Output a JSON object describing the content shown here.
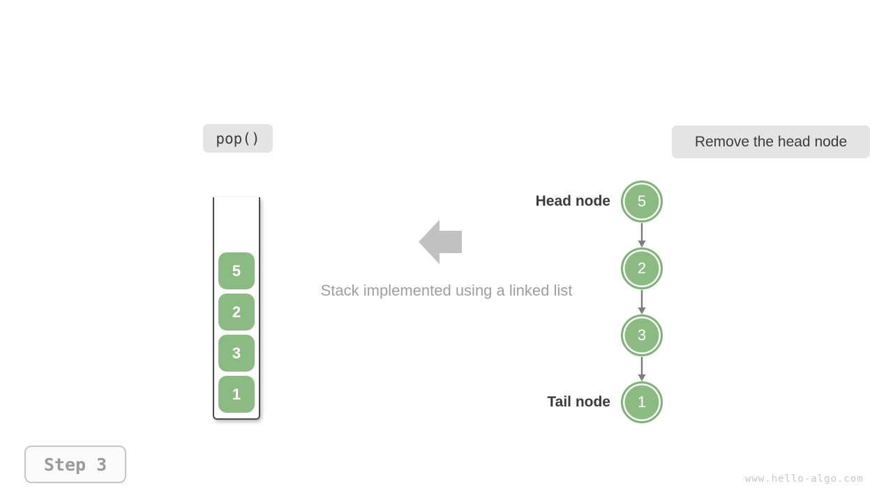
{
  "operation_box": {
    "label": "pop()"
  },
  "annotation_box": {
    "label": "Remove the head node"
  },
  "caption": "Stack implemented using a linked list",
  "stack": {
    "items_top_to_bottom": [
      "5",
      "2",
      "3",
      "1"
    ]
  },
  "linked_list": {
    "head_label": "Head node",
    "tail_label": "Tail node",
    "nodes_head_to_tail": [
      "5",
      "2",
      "3",
      "1"
    ]
  },
  "step_indicator": "Step 3",
  "watermark": "www.hello-algo.com",
  "icons": {
    "big_arrow": "arrow-left-icon",
    "link_arrow": "arrow-down-icon"
  },
  "colors": {
    "green": "#8bbb82",
    "green_border": "#7db475",
    "dark_text": "#3b3b3b",
    "gray_text": "#9e9e9e",
    "box_bg": "#e4e4e4",
    "big_arrow": "#c1c1c1",
    "link_arrow": "#7d7d7d",
    "container_line": "#4a4a4a",
    "faint_gray": "#c8c8c8",
    "step_text": "#9a9a9a"
  }
}
